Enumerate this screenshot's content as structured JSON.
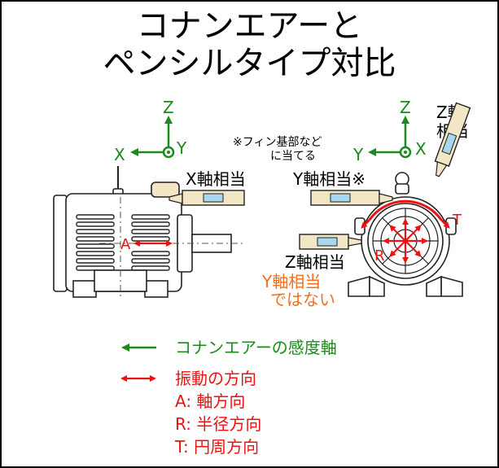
{
  "title": {
    "line1": "コナンエアーと",
    "line2": "ペンシルタイプ対比"
  },
  "left_view": {
    "axes": {
      "z": "Z",
      "x": "X",
      "y": "Y"
    },
    "sensor_label": "X軸相当",
    "direction_label": "A"
  },
  "right_view": {
    "axes": {
      "z": "Z",
      "x": "X",
      "y": "Y"
    },
    "note_line1": "※フィン基部など",
    "note_line2": "に当てる",
    "sensor_y_label": "Y軸相当※",
    "sensor_z_top_line1": "Z軸",
    "sensor_z_top_line2": "相当",
    "sensor_z_bottom_label": "Z軸相当",
    "not_y_line1": "Y軸相当",
    "not_y_line2": "ではない",
    "radial_label": "R",
    "tangential_label": "T"
  },
  "legend": {
    "sensitive_axis": "コナンエアーの感度軸",
    "vibration_title": "振動の方向",
    "axial": "A: 軸方向",
    "radial": "R: 半径方向",
    "circumferential": "T: 円周方向"
  },
  "colors": {
    "axis_green": "#1a8a1a",
    "vibration_red": "#ee1111",
    "not_y_orange": "#f07020",
    "sensor_blue": "#a8d8f0",
    "sensor_body": "#f2e6c4"
  }
}
